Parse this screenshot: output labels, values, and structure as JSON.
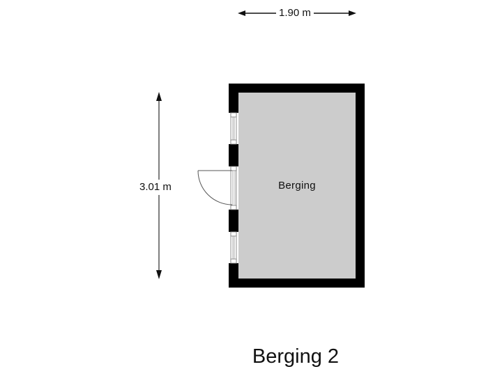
{
  "floorplan": {
    "title": "Berging 2",
    "dimensions": {
      "width": "1.90 m",
      "height": "3.01 m"
    },
    "rooms": [
      {
        "label": "Berging",
        "fill": "#cccccc"
      }
    ],
    "colors": {
      "wall": "#000000",
      "room_fill": "#cccccc",
      "background": "#ffffff",
      "lines": "#333333"
    }
  }
}
